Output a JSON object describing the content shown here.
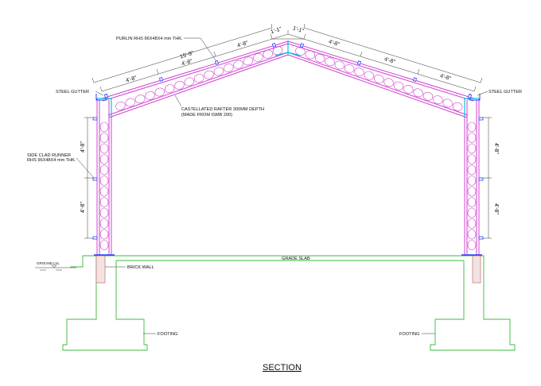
{
  "drawing_title": "SECTION",
  "labels": {
    "purlin": "PURLIN RHS 96X48X4 mm THK.",
    "steel_gutter_left": "STEEL GUTTER",
    "steel_gutter_right": "STEEL GUTTER",
    "rafter_line1": "CASTELLATED RAFTER 300MM DEPTH",
    "rafter_line2": "(MADE FROM ISMB 200)",
    "side_clad_line1": "SIDE CLAD RUNNER",
    "side_clad_line2": "RHS 96X48X4 mm THK.",
    "ground_level": "GROUND LVL",
    "brick_wall": "BRICK WALL",
    "grade_slab": "GRADE SLAB",
    "footing_left": "FOOTING",
    "footing_right": "FOOTING"
  },
  "dimensions": {
    "ridge_left": "1'-1\"",
    "ridge_right": "1'-1\"",
    "overall_left": "15'-9\"",
    "left_slope_1": "4'-8\"",
    "left_slope_2": "4'-8\"",
    "left_slope_3": "4'-8\"",
    "right_slope_1": "4'-8\"",
    "right_slope_2": "4'-8\"",
    "right_slope_3": "4'-8\"",
    "left_col_upper": "4'-8\"",
    "left_col_lower": "4'-8\"",
    "right_col_upper": "4'-8\"",
    "right_col_lower": "4'-8\""
  },
  "colors": {
    "steel": "#d040d0",
    "foundation": "#3cb83c",
    "dimension": "#333333",
    "cyan": "#00c0e0",
    "blue": "#2040ff"
  }
}
